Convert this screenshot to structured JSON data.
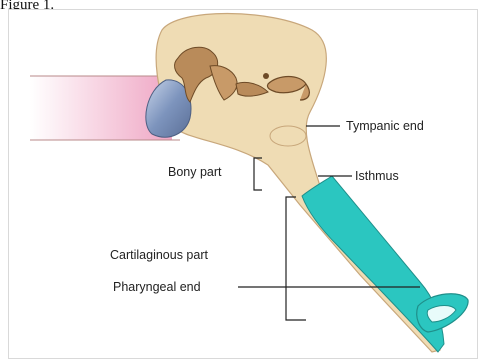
{
  "caption": "Figure 1.",
  "labels": {
    "tympanic_end": "Tympanic end",
    "isthmus": "Isthmus",
    "bony_part": "Bony part",
    "cartilaginous_part": "Cartilaginous part",
    "pharyngeal_end": "Pharyngeal end"
  },
  "colors": {
    "bone": "#efdcb4",
    "cartilage": "#2bc6c0",
    "canal": "#f3c9d9",
    "tympanic_membrane": "#8fa4c6",
    "ossicles": "#b98b5a"
  }
}
